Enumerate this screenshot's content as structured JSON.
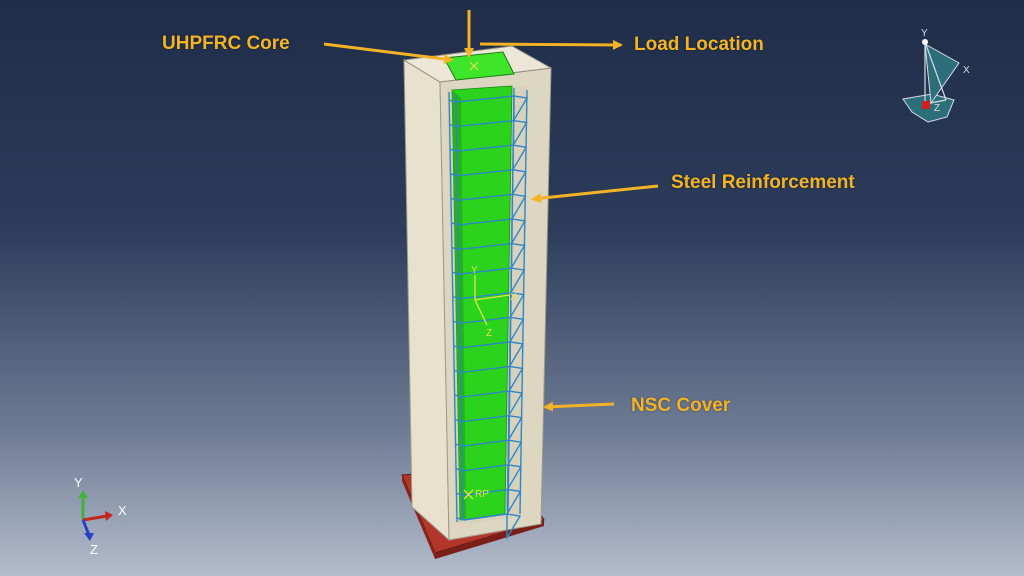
{
  "labels": {
    "core": "UHPFRC Core",
    "load": "Load Location",
    "steel": "Steel Reinforcement",
    "cover": "NSC Cover"
  },
  "model_axes": {
    "y": "Y",
    "x": "X",
    "z": "Z"
  },
  "ref_point": "RP",
  "triad": {
    "y": "Y",
    "x": "X",
    "z": "Z"
  },
  "view_cube": {
    "y": "Y",
    "x": "X",
    "z": "Z"
  },
  "colors": {
    "callout": "#f4b324",
    "core": "#2bd31c",
    "cover": "#e8e2cf",
    "plate": "#b3362c",
    "stirrups": "#2e86c8"
  }
}
